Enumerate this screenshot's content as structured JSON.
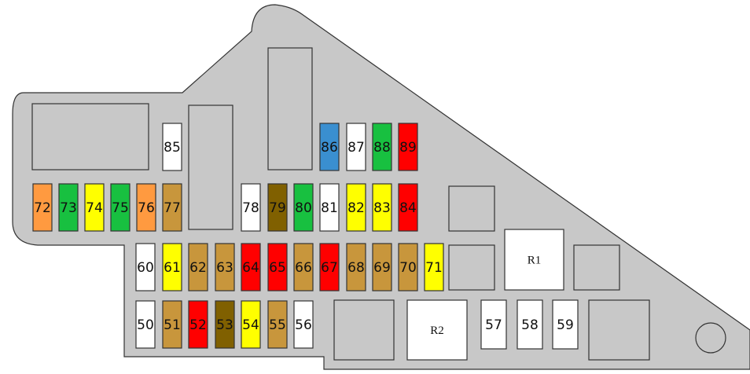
{
  "colors": {
    "background": "#ffffff",
    "board": "#c8c8c8",
    "outline": "#333333",
    "orange": "#ff9a40",
    "green": "#18c040",
    "yellow": "#ffff00",
    "tan": "#c8963c",
    "brown": "#806000",
    "red": "#ff0000",
    "blue": "#3a8fd0",
    "white": "#ffffff"
  },
  "fuses": [
    {
      "id": "72",
      "label": "72",
      "color": "orange"
    },
    {
      "id": "73",
      "label": "73",
      "color": "green"
    },
    {
      "id": "74",
      "label": "74",
      "color": "yellow"
    },
    {
      "id": "75",
      "label": "75",
      "color": "green"
    },
    {
      "id": "76",
      "label": "76",
      "color": "orange"
    },
    {
      "id": "77",
      "label": "77",
      "color": "tan"
    },
    {
      "id": "78",
      "label": "78",
      "color": "white"
    },
    {
      "id": "79",
      "label": "79",
      "color": "brown"
    },
    {
      "id": "80",
      "label": "80",
      "color": "green"
    },
    {
      "id": "81",
      "label": "81",
      "color": "white"
    },
    {
      "id": "82",
      "label": "82",
      "color": "yellow"
    },
    {
      "id": "83",
      "label": "83",
      "color": "yellow"
    },
    {
      "id": "84",
      "label": "84",
      "color": "red"
    },
    {
      "id": "85",
      "label": "85",
      "color": "white"
    },
    {
      "id": "86",
      "label": "86",
      "color": "blue"
    },
    {
      "id": "87",
      "label": "87",
      "color": "white"
    },
    {
      "id": "88",
      "label": "88",
      "color": "green"
    },
    {
      "id": "89",
      "label": "89",
      "color": "red"
    },
    {
      "id": "60",
      "label": "60",
      "color": "white"
    },
    {
      "id": "61",
      "label": "61",
      "color": "yellow"
    },
    {
      "id": "62",
      "label": "62",
      "color": "tan"
    },
    {
      "id": "63",
      "label": "63",
      "color": "tan"
    },
    {
      "id": "64",
      "label": "64",
      "color": "red"
    },
    {
      "id": "65",
      "label": "65",
      "color": "red"
    },
    {
      "id": "66",
      "label": "66",
      "color": "tan"
    },
    {
      "id": "67",
      "label": "67",
      "color": "red"
    },
    {
      "id": "68",
      "label": "68",
      "color": "tan"
    },
    {
      "id": "69",
      "label": "69",
      "color": "tan"
    },
    {
      "id": "70",
      "label": "70",
      "color": "tan"
    },
    {
      "id": "71",
      "label": "71",
      "color": "yellow"
    },
    {
      "id": "50",
      "label": "50",
      "color": "white"
    },
    {
      "id": "51",
      "label": "51",
      "color": "tan"
    },
    {
      "id": "52",
      "label": "52",
      "color": "red"
    },
    {
      "id": "53",
      "label": "53",
      "color": "brown"
    },
    {
      "id": "54",
      "label": "54",
      "color": "yellow"
    },
    {
      "id": "55",
      "label": "55",
      "color": "tan"
    },
    {
      "id": "56",
      "label": "56",
      "color": "white"
    },
    {
      "id": "57",
      "label": "57",
      "color": "white"
    },
    {
      "id": "58",
      "label": "58",
      "color": "white"
    },
    {
      "id": "59",
      "label": "59",
      "color": "white"
    }
  ],
  "relays": [
    {
      "id": "R1",
      "label": "R1"
    },
    {
      "id": "R2",
      "label": "R2"
    }
  ]
}
